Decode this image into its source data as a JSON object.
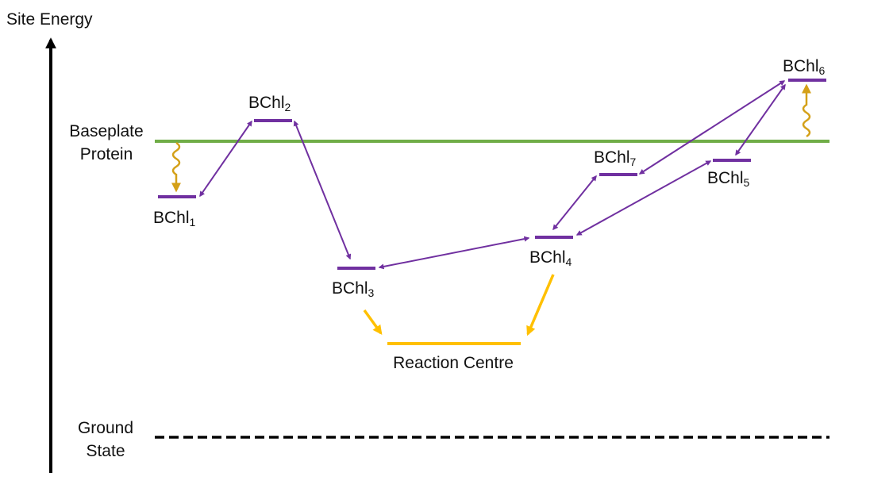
{
  "axis": {
    "label": "Site Energy"
  },
  "levels": {
    "baseplate_label_line1": "Baseplate",
    "baseplate_label_line2": "Protein",
    "ground_label_line1": "Ground",
    "ground_label_line2": "State",
    "reaction_centre_label": "Reaction Centre"
  },
  "bchl": [
    {
      "base": "BChl",
      "sub": "1"
    },
    {
      "base": "BChl",
      "sub": "2"
    },
    {
      "base": "BChl",
      "sub": "3"
    },
    {
      "base": "BChl",
      "sub": "4"
    },
    {
      "base": "BChl",
      "sub": "5"
    },
    {
      "base": "BChl",
      "sub": "6"
    },
    {
      "base": "BChl",
      "sub": "7"
    }
  ],
  "colors": {
    "axis": "#000000",
    "level": "#7030a0",
    "energy_transfer": "#7030a0",
    "baseplate": "#70ad47",
    "reaction_centre": "#ffc000",
    "coupling_wave": "#d4a017",
    "ground": "#000000"
  }
}
